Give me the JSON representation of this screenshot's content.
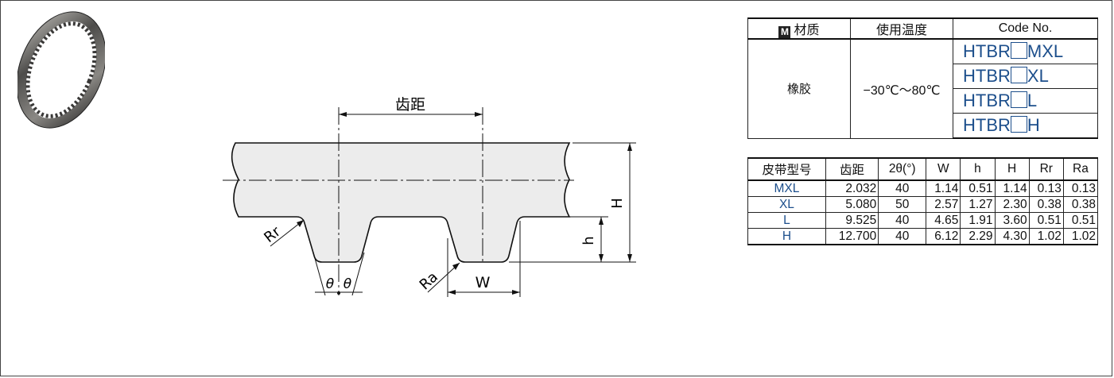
{
  "diagram": {
    "pitch_label": "齿距",
    "rr_label": "Rr",
    "ra_label": "Ra",
    "h_label": "h",
    "big_h_label": "H",
    "w_label": "W",
    "theta_left": "θ",
    "theta_right": "θ"
  },
  "material_table": {
    "header_material": "材质",
    "header_material_mark": "M",
    "header_temp": "使用温度",
    "header_code": "Code No.",
    "material": "橡胶",
    "temperature": "−30℃～80℃",
    "code_prefix": "HTBR",
    "codes": [
      "MXL",
      "XL",
      "L",
      "H"
    ]
  },
  "spec_table": {
    "headers": [
      "皮带型号",
      "齿距",
      "2θ(°)",
      "W",
      "h",
      "H",
      "Rr",
      "Ra"
    ],
    "rows": [
      [
        "MXL",
        "2.032",
        "40",
        "1.14",
        "0.51",
        "1.14",
        "0.13",
        "0.13"
      ],
      [
        "XL",
        "5.080",
        "50",
        "2.57",
        "1.27",
        "2.30",
        "0.38",
        "0.38"
      ],
      [
        "L",
        "9.525",
        "40",
        "4.65",
        "1.91",
        "3.60",
        "0.51",
        "0.51"
      ],
      [
        "H",
        "12.700",
        "40",
        "6.12",
        "2.29",
        "4.30",
        "1.02",
        "1.02"
      ]
    ]
  },
  "colors": {
    "code_blue": "#1d4f8c",
    "belt_fill": "#ececec"
  }
}
